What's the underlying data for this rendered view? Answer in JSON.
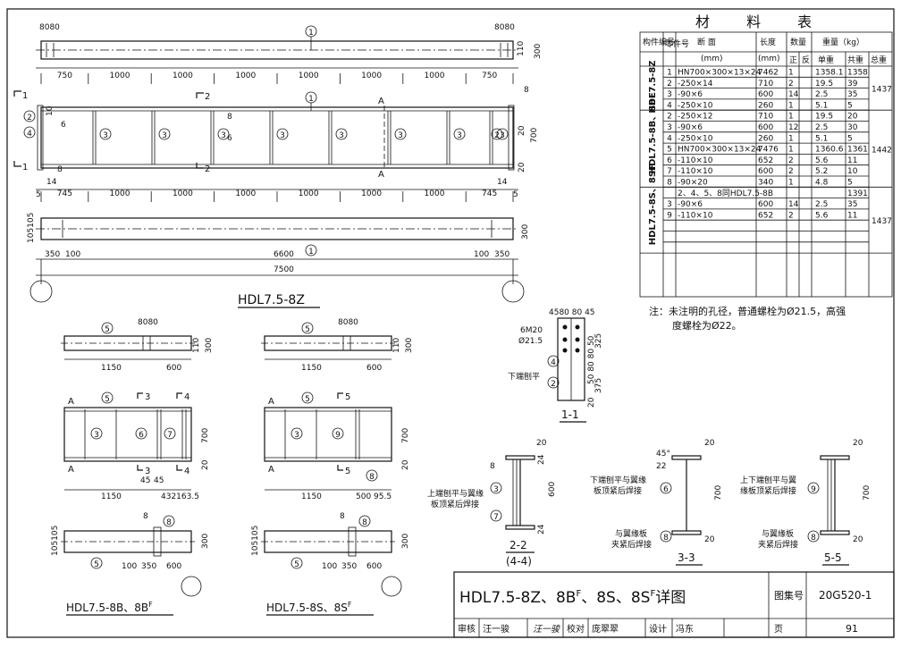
{
  "drawing": {
    "main_title": "HDL7.5-8Z",
    "title_b": "HDL7.5-8B、8B",
    "title_b_sup": "F",
    "title_s": "HDL7.5-8S、8S",
    "title_s_sup": "F",
    "dims_top": [
      "750",
      "1000",
      "1000",
      "1000",
      "1000",
      "1000",
      "1000",
      "750"
    ],
    "dims_mid": [
      "745",
      "1000",
      "1000",
      "1000",
      "1000",
      "1000",
      "1000",
      "745"
    ],
    "dim_8080": "8080",
    "dim_110": "110",
    "dim_300": "300",
    "dim_700": "700",
    "dim_10": "10",
    "dim_14": "14",
    "dim_5": "5",
    "dim_20": "20",
    "dim_350": "350",
    "dim_100": "100",
    "dim_6600": "6600",
    "dim_7500": "7500",
    "dim_105105": "105105",
    "dim_1150": "1150",
    "dim_600": "600",
    "dim_4321635": "432163.5",
    "dim_500955": "500 95.5",
    "dim_45": "45",
    "part1": "1",
    "part2": "2",
    "part3": "3",
    "part4": "4",
    "part5": "5",
    "part6": "6",
    "part7": "7",
    "part8": "8",
    "part9": "9",
    "weld6": "6",
    "weld8": "8",
    "sect_a": "A",
    "cut1": "1",
    "cut2": "2",
    "cut3": "3",
    "cut4": "4",
    "cut5": "5",
    "s11": "1-1",
    "s22": "2-2",
    "s44": "(4-4)",
    "s33": "3-3",
    "s55": "5-5",
    "bolt_label1": "6M20",
    "bolt_label2": "Ø21.5",
    "bolt_spacing": "4580 80 45",
    "note_bottom_planed": "下端刨平",
    "note_22a": "上端刨平与翼缘",
    "note_22b": "板顶紧后焊接",
    "note_33a": "下端刨平与翼缘",
    "note_33b": "板顶紧后焊接",
    "note_33c": "与翼缘板",
    "note_33d": "夹紧后焊接",
    "note_55a": "上下端刨平与翼",
    "note_55b": "缘板顶紧后焊接",
    "note_55c": "与翼缘板",
    "note_55d": "夹紧后焊接",
    "dims_11": [
      "325",
      "50 80 80 50",
      "375"
    ],
    "angle45": "45°",
    "dim_22": "22",
    "dim_24": "24"
  },
  "materials": {
    "title": "材 料 表",
    "headers": {
      "member": "构件编号",
      "part": "零件号",
      "section": "断 面",
      "section_unit": "(mm)",
      "length": "长度",
      "length_unit": "(mm)",
      "qty": "数量",
      "qty_pos": "正",
      "qty_neg": "反",
      "weight": "重量（kg）",
      "unit_w": "单重",
      "total_w": "共重",
      "sum_w": "总重"
    },
    "groups": [
      {
        "member": "HDL7.5-8Z",
        "sum": "1437",
        "rows": [
          [
            "1",
            "HN700×300×13×24",
            "7462",
            "1",
            "",
            "1358.1",
            "1358"
          ],
          [
            "2",
            "-250×14",
            "710",
            "2",
            "",
            "19.5",
            "39"
          ],
          [
            "3",
            "-90×6",
            "600",
            "14",
            "",
            "2.5",
            "35"
          ],
          [
            "4",
            "-250×10",
            "260",
            "1",
            "",
            "5.1",
            "5"
          ]
        ]
      },
      {
        "member": "HDL7.5-8B、8BF",
        "sum": "1442",
        "rows": [
          [
            "2",
            "-250×12",
            "710",
            "1",
            "",
            "19.5",
            "20"
          ],
          [
            "3",
            "-90×6",
            "600",
            "12",
            "",
            "2.5",
            "30"
          ],
          [
            "4",
            "-250×10",
            "260",
            "1",
            "",
            "5.1",
            "5"
          ],
          [
            "5",
            "HN700×300×13×24",
            "7476",
            "1",
            "",
            "1360.6",
            "1361"
          ],
          [
            "6",
            "-110×10",
            "652",
            "2",
            "",
            "5.6",
            "11"
          ],
          [
            "7",
            "-110×10",
            "600",
            "2",
            "",
            "5.2",
            "10"
          ],
          [
            "8",
            "-90×20",
            "340",
            "1",
            "",
            "4.8",
            "5"
          ]
        ]
      },
      {
        "member": "HDL7.5-8S、8SF",
        "sum": "1437",
        "rows": [
          [
            "",
            "2、4、5、8同HDL7.5-8B",
            "",
            "",
            "",
            "",
            "1391"
          ],
          [
            "3",
            "-90×6",
            "600",
            "14",
            "",
            "2.5",
            "35"
          ],
          [
            "9",
            "-110×10",
            "652",
            "2",
            "",
            "5.6",
            "11"
          ]
        ]
      }
    ],
    "note_line1": "注：未注明的孔径，普通螺栓为Ø21.5，高强",
    "note_line2": "度螺栓为Ø22。"
  },
  "titleblock": {
    "title": "HDL7.5-8Z、8B",
    "title_sup1": "F",
    "title_mid": "、8S、8S",
    "title_sup2": "F",
    "title_end": "详图",
    "atlas_label": "图集号",
    "atlas_no": "20G520-1",
    "review_label": "审核",
    "reviewer": "汪一骏",
    "check_label": "校对",
    "checker": "庞翠翠",
    "design_label": "设计",
    "designer": "冯东",
    "page_label": "页",
    "page_no": "91"
  }
}
